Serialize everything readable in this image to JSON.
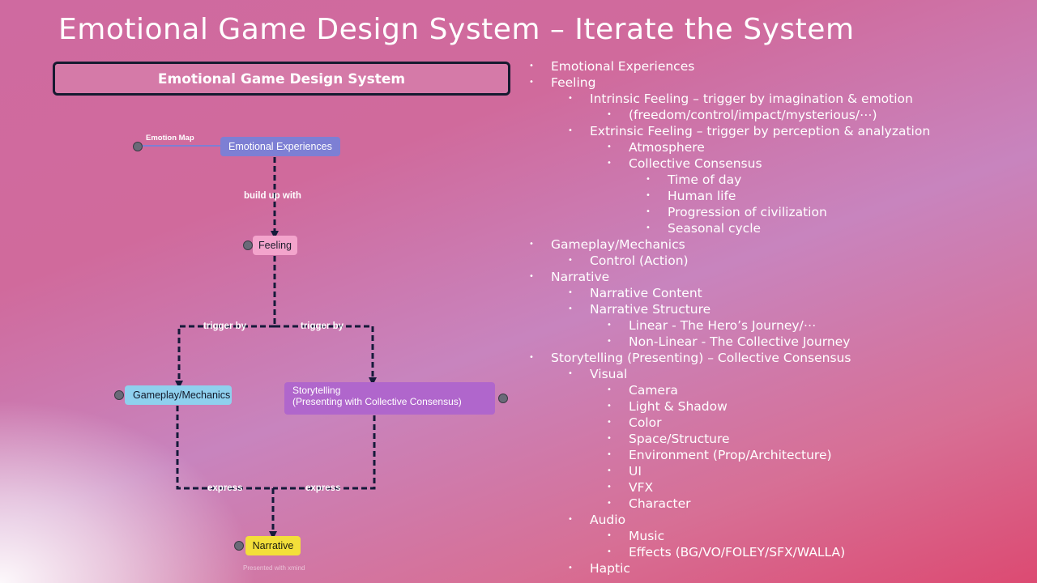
{
  "slide": {
    "title": "Emotional Game Design System – Iterate the System"
  },
  "diagram": {
    "header": "Emotional Game Design System",
    "nodes": {
      "emotion_map": "Emotion Map",
      "experiences": "Emotional Experiences",
      "feeling": "Feeling",
      "gameplay": "Gameplay/Mechanics",
      "storytelling_line1": "Storytelling",
      "storytelling_line2": "(Presenting with Collective Consensus)",
      "narrative": "Narrative"
    },
    "edge_labels": {
      "build_up": "build up with",
      "trigger_left": "trigger by",
      "trigger_right": "trigger by",
      "express_left": "express",
      "express_right": "express"
    },
    "watermark": "Presented with xmind",
    "colors": {
      "experiences": "#7d7fd4",
      "feeling": "#f3a4cc",
      "gameplay": "#8fd0ee",
      "storytelling": "#b066cc",
      "narrative": "#f3df3a",
      "connector": "#151a3a"
    }
  },
  "outline": [
    {
      "level": 0,
      "text": "Emotional Experiences"
    },
    {
      "level": 0,
      "text": "Feeling"
    },
    {
      "level": 1,
      "text": "Intrinsic Feeling – trigger by imagination & emotion"
    },
    {
      "level": 2,
      "text": "(freedom/control/impact/mysterious/⋯)"
    },
    {
      "level": 1,
      "text": "Extrinsic Feeling – trigger by perception & analyzation"
    },
    {
      "level": 2,
      "text": "Atmosphere"
    },
    {
      "level": 2,
      "text": "Collective Consensus"
    },
    {
      "level": 3,
      "text": "Time of day"
    },
    {
      "level": 3,
      "text": "Human life"
    },
    {
      "level": 3,
      "text": "Progression of civilization"
    },
    {
      "level": 3,
      "text": "Seasonal cycle"
    },
    {
      "level": 0,
      "text": "Gameplay/Mechanics"
    },
    {
      "level": 1,
      "text": "Control (Action)"
    },
    {
      "level": 0,
      "text": "Narrative"
    },
    {
      "level": 1,
      "text": "Narrative Content"
    },
    {
      "level": 1,
      "text": "Narrative Structure"
    },
    {
      "level": 2,
      "text": "Linear - The Hero’s Journey/⋯"
    },
    {
      "level": 2,
      "text": "Non-Linear - The Collective Journey"
    },
    {
      "level": 0,
      "text": "Storytelling (Presenting) – Collective Consensus"
    },
    {
      "level": 1,
      "text": "Visual"
    },
    {
      "level": 2,
      "text": "Camera"
    },
    {
      "level": 2,
      "text": "Light & Shadow"
    },
    {
      "level": 2,
      "text": "Color"
    },
    {
      "level": 2,
      "text": "Space/Structure"
    },
    {
      "level": 2,
      "text": "Environment (Prop/Architecture)"
    },
    {
      "level": 2,
      "text": "UI"
    },
    {
      "level": 2,
      "text": "VFX"
    },
    {
      "level": 2,
      "text": "Character"
    },
    {
      "level": 1,
      "text": "Audio"
    },
    {
      "level": 2,
      "text": "Music"
    },
    {
      "level": 2,
      "text": "Effects (BG/VO/FOLEY/SFX/WALLA)"
    },
    {
      "level": 1,
      "text": "Haptic"
    }
  ]
}
